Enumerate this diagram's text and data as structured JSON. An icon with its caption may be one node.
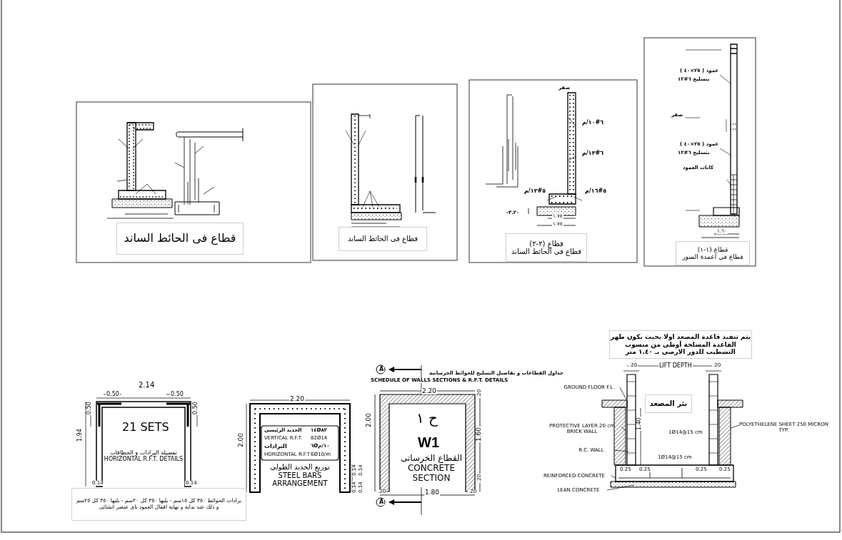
{
  "diagram": {
    "nodes": [
      {
        "text": [
          "قطاع فى الحائط الساند"
        ]
      },
      {
        "text": [
          "قطاع فى الحائط الساند"
        ]
      },
      {
        "text": [
          "قطاع (٢-٢)",
          "قطاع فى الحائط الساند"
        ]
      },
      {
        "text": [
          "قطاع (١-١)",
          "قطاع فى اعمدة السور"
        ]
      },
      {
        "text": [
          "تفصيلة البرادات و الخطافات",
          "HORIZONTAL R.F.T. DETAILS"
        ]
      },
      {
        "text": [
          "برادات الحوائط ٣٥٠ كل ١٥سم - يليها ٣٥٠ كل ٢٠سم - يليها ٣٥٠ كل ٢٥سم",
          "و ذلك عند بداية و نهاية اقفال العمود باى عنصر انشائى"
        ]
      },
      {
        "text": [
          "توزيع الحديد الطولى",
          "STEEL BARS ARRANGEMENT"
        ]
      },
      {
        "text": [
          "ح ١"
        ]
      },
      {
        "text": [
          "W1"
        ]
      },
      {
        "text": [
          "القطاع الخرسانى",
          "CONCRETE SECTION"
        ]
      },
      {
        "text": [
          "يتم تنفيذ قاعدة المصعد اولا بحيث يكون ظهر القاعدة المسلحة أوطى من منسوب التشطيب للدور الارضى بـ ١.٤٠ متر"
        ]
      },
      {
        "text": [
          "بئر المصعد"
        ]
      },
      {
        "text": [
          "GROUND FLOOR F.L."
        ]
      },
      {
        "text": [
          "PROTECTIVE LAYER 20 cm",
          "BRICK WALL"
        ]
      },
      {
        "text": [
          "R.C. WALL"
        ]
      },
      {
        "text": [
          "REINFORCED CONCRETE"
        ]
      },
      {
        "text": [
          "LEAN CONCRETE"
        ]
      },
      {
        "text": [
          "POLYETHELENE SHEET 250 MICRON TYP."
        ]
      }
    ],
    "edges": [
      {
        "from": 12,
        "to": null,
        "arrow": "none"
      },
      {
        "from": 13,
        "to": null,
        "arrow": "none"
      },
      {
        "from": 14,
        "to": null,
        "arrow": "none"
      },
      {
        "from": 15,
        "to": null,
        "arrow": "none"
      },
      {
        "from": 16,
        "to": null,
        "arrow": "none"
      },
      {
        "from": 17,
        "to": null,
        "arrow": "none"
      }
    ],
    "labels": [
      "صفر",
      "٦#١٠/م",
      "٦#١٢/م",
      "٥#١٢/م",
      "٥#١٦/م",
      "-٣.٢٠",
      "١.٧٥",
      "١.٧٥",
      "عمود ( ٢٥×٤٠ )",
      "بتسليح ٦#١٢",
      "صفر",
      "عمود ( ٢٥×٤٠ )",
      "بتسليح ٦#١٢",
      "كانات العمود",
      "١.٦٠",
      "21 SETS",
      "2.14",
      "0.50",
      "0.50",
      "0.50",
      "0.50",
      "1.94",
      "0.14",
      "0.14",
      "2.20",
      "2.00",
      "الحديد الرئيسى",
      "١٤Ø٨٢",
      "VERTICAL R.F.T.",
      "82Ø14",
      "البرادات",
      "٦Ø١٠/م",
      "HORIZONTAL R.F.T.",
      "6Ø10/m",
      "0.14",
      "0.14",
      "0.14",
      "0.14",
      "A",
      "SCHEDULE OF WALLS SECTIONS & R.F.T. DETAILS",
      "جداول القطاعات و تفاصيل التسليح للحوائط الخرسانية",
      "2.20",
      "2.00",
      ".20",
      "1.60",
      ".20",
      ".20",
      "1.80",
      ".20",
      "A",
      ".20",
      "LIFT DEPTH",
      ".20",
      "1.40",
      "1Ø14@15 cm",
      "1Ø14@15 cm",
      "0.25",
      "0.25",
      "0.25",
      "0.25"
    ]
  }
}
